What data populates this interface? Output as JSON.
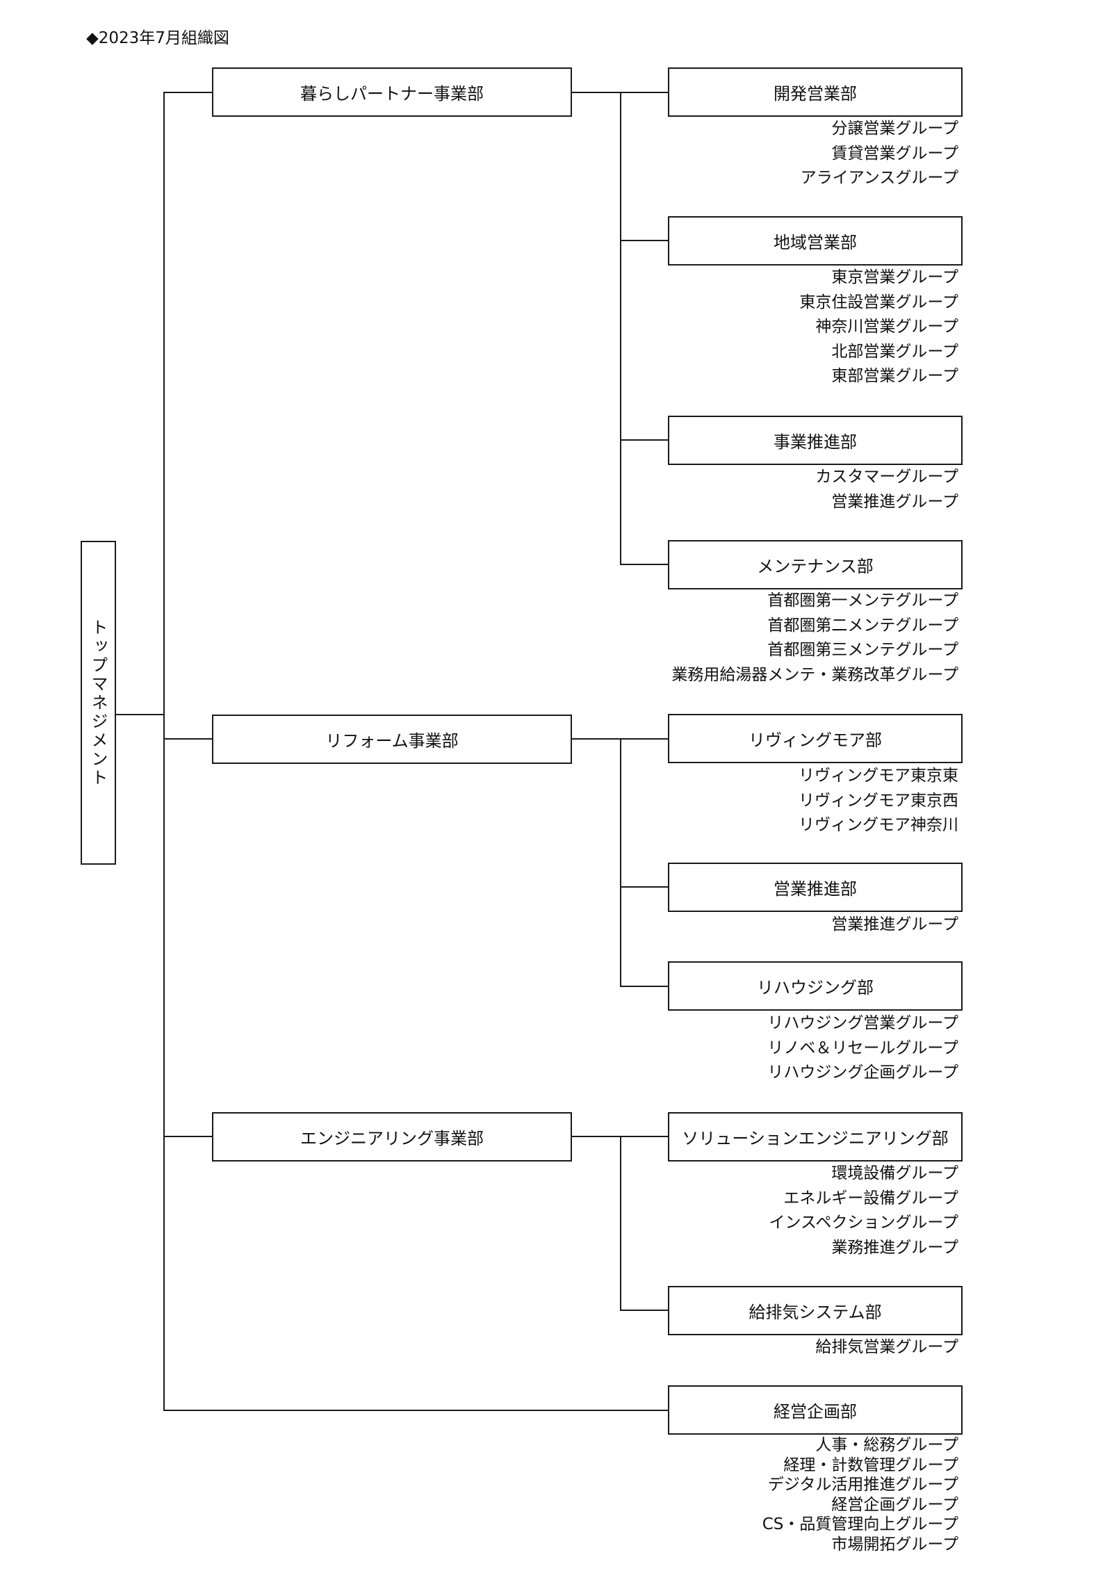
{
  "title": "◆2023年7月組織図",
  "top_management": "トップマネジメント",
  "divisions": [
    {
      "label": "暮らしパートナー事業部",
      "departments": [
        {
          "label": "開発営業部",
          "groups": [
            "分譲営業グループ",
            "賃貸営業グループ",
            "アライアンスグループ"
          ]
        },
        {
          "label": "地域営業部",
          "groups": [
            "東京営業グループ",
            "東京住設営業グループ",
            "神奈川営業グループ",
            "北部営業グループ",
            "東部営業グループ"
          ]
        },
        {
          "label": "事業推進部",
          "groups": [
            "カスタマーグループ",
            "営業推進グループ"
          ]
        },
        {
          "label": "メンテナンス部",
          "groups": [
            "首都圏第一メンテグループ",
            "首都圏第二メンテグループ",
            "首都圏第三メンテグループ",
            "業務用給湯器メンテ・業務改革グループ"
          ]
        }
      ]
    },
    {
      "label": "リフォーム事業部",
      "departments": [
        {
          "label": "リヴィングモア部",
          "groups": [
            "リヴィングモア東京東",
            "リヴィングモア東京西",
            "リヴィングモア神奈川"
          ]
        },
        {
          "label": "営業推進部",
          "groups": [
            "営業推進グループ"
          ]
        },
        {
          "label": "リハウジング部",
          "groups": [
            "リハウジング営業グループ",
            "リノベ＆リセールグループ",
            "リハウジング企画グループ"
          ]
        }
      ]
    },
    {
      "label": "エンジニアリング事業部",
      "departments": [
        {
          "label": "ソリューションエンジニアリング部",
          "groups": [
            "環境設備グループ",
            "エネルギー設備グループ",
            "インスペクショングループ",
            "業務推進グループ"
          ]
        },
        {
          "label": "給排気システム部",
          "groups": [
            "給排気営業グループ"
          ]
        }
      ]
    }
  ],
  "direct_departments": [
    {
      "label": "経営企画部",
      "groups": [
        "人事・総務グループ",
        "経理・計数管理グループ",
        "デジタル活用推進グループ",
        "経営企画グループ",
        "CS・品質管理向上グループ",
        "市場開拓グループ"
      ]
    }
  ]
}
